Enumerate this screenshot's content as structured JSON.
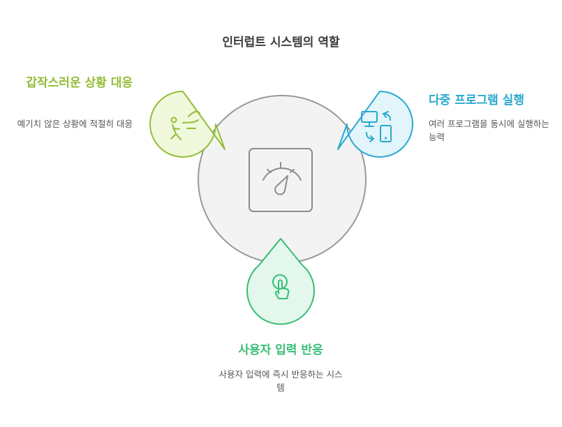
{
  "title": "인터럽트 시스템의 역할",
  "items": [
    {
      "heading": "갑작스러운 상황 대응",
      "description": "예기치 않은 상황에 적절히 대응",
      "color": "#93bd38",
      "icon": "running-person-icon"
    },
    {
      "heading": "다중 프로그램 실행",
      "description": "여러 프로그램을 동시에 실행하는 능력",
      "color": "#2aa8cf",
      "icon": "device-sync-icon"
    },
    {
      "heading": "사용자 입력 반응",
      "description": "사용자 입력에 즉시 반응하는 시스템",
      "color": "#37bd74",
      "icon": "tap-hand-icon"
    }
  ],
  "center": {
    "icon": "gauge-icon"
  }
}
